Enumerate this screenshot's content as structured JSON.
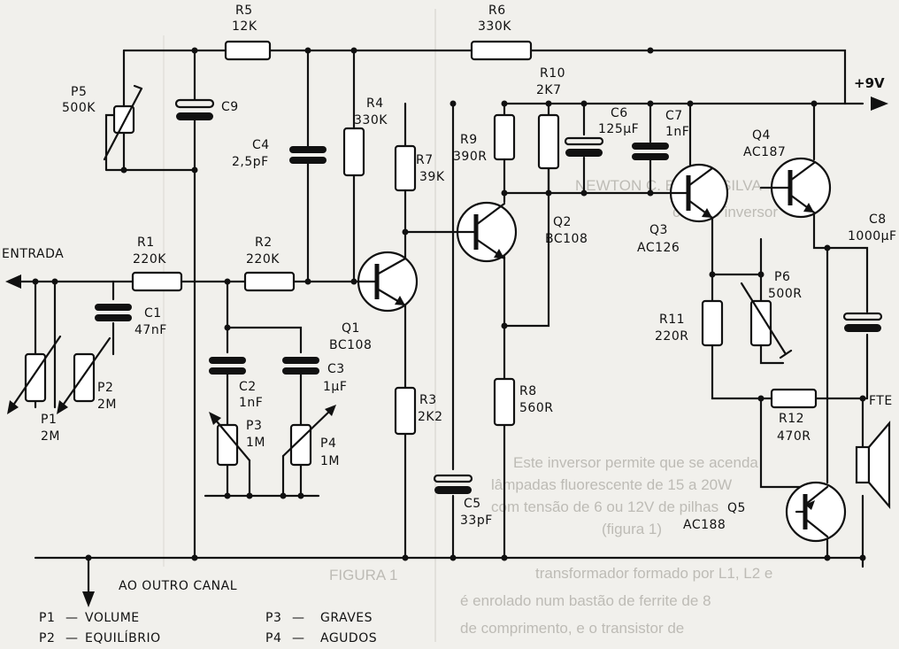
{
  "components": {
    "r1": {
      "name": "R1",
      "value": "220K"
    },
    "r2": {
      "name": "R2",
      "value": "220K"
    },
    "r3": {
      "name": "R3",
      "value": "2K2"
    },
    "r4": {
      "name": "R4",
      "value": "330K"
    },
    "r5": {
      "name": "R5",
      "value": "12K"
    },
    "r6": {
      "name": "R6",
      "value": "330K"
    },
    "r7": {
      "name": "R7",
      "value": "39K"
    },
    "r8": {
      "name": "R8",
      "value": "560R"
    },
    "r9": {
      "name": "R9",
      "value": "390R"
    },
    "r10": {
      "name": "R10",
      "value": "2K7"
    },
    "r11": {
      "name": "R11",
      "value": "220R"
    },
    "r12": {
      "name": "R12",
      "value": "470R"
    },
    "c1": {
      "name": "C1",
      "value": "47nF"
    },
    "c2": {
      "name": "C2",
      "value": "1nF"
    },
    "c3": {
      "name": "C3",
      "value": "1µF"
    },
    "c4": {
      "name": "C4",
      "value": "2,5pF"
    },
    "c5": {
      "name": "C5",
      "value": "33pF"
    },
    "c6": {
      "name": "C6",
      "value": "125µF"
    },
    "c7": {
      "name": "C7",
      "value": "1nF"
    },
    "c8": {
      "name": "C8",
      "value": "1000µF"
    },
    "c9": {
      "name": "C9",
      "value": ""
    },
    "p1": {
      "name": "P1",
      "value": "2M"
    },
    "p2": {
      "name": "P2",
      "value": "2M"
    },
    "p3": {
      "name": "P3",
      "value": "1M"
    },
    "p4": {
      "name": "P4",
      "value": "1M"
    },
    "p5": {
      "name": "P5",
      "value": "500K"
    },
    "p6": {
      "name": "P6",
      "value": "500R"
    },
    "q1": {
      "name": "Q1",
      "value": "BC108"
    },
    "q2": {
      "name": "Q2",
      "value": "BC108"
    },
    "q3": {
      "name": "Q3",
      "value": "AC126"
    },
    "q4": {
      "name": "Q4",
      "value": "AC187"
    },
    "q5": {
      "name": "Q5",
      "value": "AC188"
    }
  },
  "labels": {
    "input": "ENTRADA",
    "supply": "+9V",
    "speaker": "FTE",
    "other_channel": "AO OUTRO CANAL"
  },
  "legend": [
    {
      "key": "P1",
      "sep": "—",
      "text": "VOLUME"
    },
    {
      "key": "P2",
      "sep": "—",
      "text": "EQUILÍBRIO"
    },
    {
      "key": "P3",
      "sep": "—",
      "text": "GRAVES"
    },
    {
      "key": "P4",
      "sep": "—",
      "text": "AGUDOS"
    }
  ],
  "bleed_through": {
    "figure": "FIGURA 1",
    "line1": "Este inversor permite que se acenda",
    "line2": "lâmpadas fluorescente de 15 a 20W",
    "line3": "com tensão de 6 ou 12V de pilhas",
    "line4": "(figura 1)",
    "line5": "transformador formado por L1, L2 e",
    "line6": "é enrolado num bastão de ferrite de 8",
    "line7": "de comprimento, e o transistor de",
    "header1": "NEWTON C. BRAGA SILVA",
    "header2": "circuito inversor"
  }
}
